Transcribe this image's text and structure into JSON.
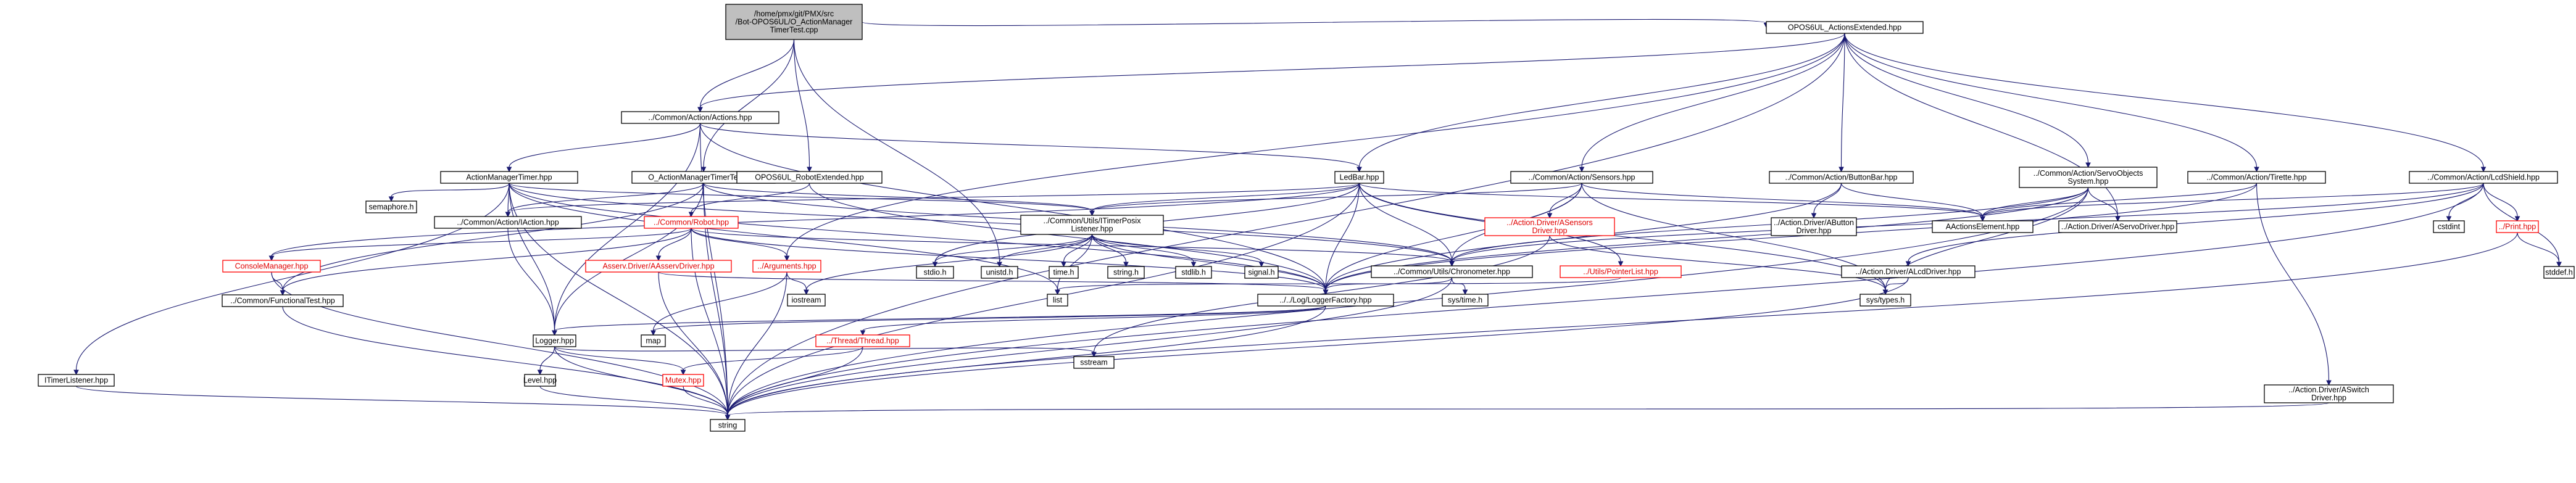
{
  "colors": {
    "edge": "#191970",
    "node_border": "#000000",
    "node_fill": "#ffffff",
    "root_fill": "#bfbfbf",
    "red_border": "#ff0000",
    "red_text": "#e00000"
  },
  "graph": {
    "nodes": [
      {
        "id": "root",
        "lines": [
          "/home/pmx/git/PMX/src",
          "/Bot-OPOS6UL/O_ActionManager",
          "TimerTest.cpp"
        ],
        "root": true
      },
      {
        "id": "opos_ext",
        "lines": [
          "OPOS6UL_ActionsExtended.hpp"
        ]
      },
      {
        "id": "actions",
        "lines": [
          "../Common/Action/Actions.hpp"
        ]
      },
      {
        "id": "amtimer",
        "lines": [
          "ActionManagerTimer.hpp"
        ]
      },
      {
        "id": "o_amtt",
        "lines": [
          "O_ActionManagerTimerTest.hpp"
        ]
      },
      {
        "id": "robot_ext",
        "lines": [
          "OPOS6UL_RobotExtended.hpp"
        ]
      },
      {
        "id": "ledbar",
        "lines": [
          "LedBar.hpp"
        ]
      },
      {
        "id": "sensors",
        "lines": [
          "../Common/Action/Sensors.hpp"
        ]
      },
      {
        "id": "buttonbar",
        "lines": [
          "../Common/Action/ButtonBar.hpp"
        ]
      },
      {
        "id": "servoobj",
        "lines": [
          "../Common/Action/ServoObjects",
          "System.hpp"
        ]
      },
      {
        "id": "tirette",
        "lines": [
          "../Common/Action/Tirette.hpp"
        ]
      },
      {
        "id": "lcdshield",
        "lines": [
          "../Common/Action/LcdShield.hpp"
        ]
      },
      {
        "id": "semaphore",
        "lines": [
          "semaphore.h"
        ]
      },
      {
        "id": "iaction",
        "lines": [
          "../Common/Action/IAction.hpp"
        ]
      },
      {
        "id": "robot",
        "lines": [
          "../Common/Robot.hpp"
        ],
        "red": true
      },
      {
        "id": "itimerposix",
        "lines": [
          "../Common/Utils/ITimerPosix",
          "Listener.hpp"
        ]
      },
      {
        "id": "asensors",
        "lines": [
          "../Action.Driver/ASensors",
          "Driver.hpp"
        ],
        "red": true
      },
      {
        "id": "abutton",
        "lines": [
          "../Action.Driver/AButton",
          "Driver.hpp"
        ]
      },
      {
        "id": "aactions",
        "lines": [
          "AActionsElement.hpp"
        ]
      },
      {
        "id": "aservo",
        "lines": [
          "../Action.Driver/AServoDriver.hpp"
        ]
      },
      {
        "id": "cstdint",
        "lines": [
          "cstdint"
        ]
      },
      {
        "id": "print",
        "lines": [
          "../Print.hpp"
        ],
        "red": true
      },
      {
        "id": "consolemgr",
        "lines": [
          "ConsoleManager.hpp"
        ],
        "red": true
      },
      {
        "id": "asserv",
        "lines": [
          "Asserv.Driver/AAsservDriver.hpp"
        ],
        "red": true
      },
      {
        "id": "arguments",
        "lines": [
          "../Arguments.hpp"
        ],
        "red": true
      },
      {
        "id": "stdio",
        "lines": [
          "stdio.h"
        ]
      },
      {
        "id": "unistd",
        "lines": [
          "unistd.h"
        ]
      },
      {
        "id": "time",
        "lines": [
          "time.h"
        ]
      },
      {
        "id": "stringh",
        "lines": [
          "string.h"
        ]
      },
      {
        "id": "stdlib",
        "lines": [
          "stdlib.h"
        ]
      },
      {
        "id": "signal",
        "lines": [
          "signal.h"
        ]
      },
      {
        "id": "chrono",
        "lines": [
          "../Common/Utils/Chronometer.hpp"
        ]
      },
      {
        "id": "pointerlist",
        "lines": [
          "../Utils/PointerList.hpp"
        ],
        "red": true
      },
      {
        "id": "alcd",
        "lines": [
          "../Action.Driver/ALcdDriver.hpp"
        ]
      },
      {
        "id": "stddef",
        "lines": [
          "stddef.h"
        ]
      },
      {
        "id": "functest",
        "lines": [
          "../Common/FunctionalTest.hpp"
        ]
      },
      {
        "id": "iostream",
        "lines": [
          "iostream"
        ]
      },
      {
        "id": "list",
        "lines": [
          "list"
        ]
      },
      {
        "id": "loggerfactory",
        "lines": [
          "../../Log/LoggerFactory.hpp"
        ]
      },
      {
        "id": "systime",
        "lines": [
          "sys/time.h"
        ]
      },
      {
        "id": "systypes",
        "lines": [
          "sys/types.h"
        ]
      },
      {
        "id": "logger",
        "lines": [
          "Logger.hpp"
        ]
      },
      {
        "id": "map",
        "lines": [
          "map"
        ]
      },
      {
        "id": "thread",
        "lines": [
          "../Thread/Thread.hpp"
        ],
        "red": true
      },
      {
        "id": "sstream",
        "lines": [
          "sstream"
        ]
      },
      {
        "id": "itimerlistener",
        "lines": [
          "ITimerListener.hpp"
        ]
      },
      {
        "id": "level",
        "lines": [
          "Level.hpp"
        ]
      },
      {
        "id": "mutex",
        "lines": [
          "Mutex.hpp"
        ],
        "red": true
      },
      {
        "id": "aswitch",
        "lines": [
          "../Action.Driver/ASwitch",
          "Driver.hpp"
        ]
      },
      {
        "id": "string",
        "lines": [
          "string"
        ]
      }
    ]
  }
}
